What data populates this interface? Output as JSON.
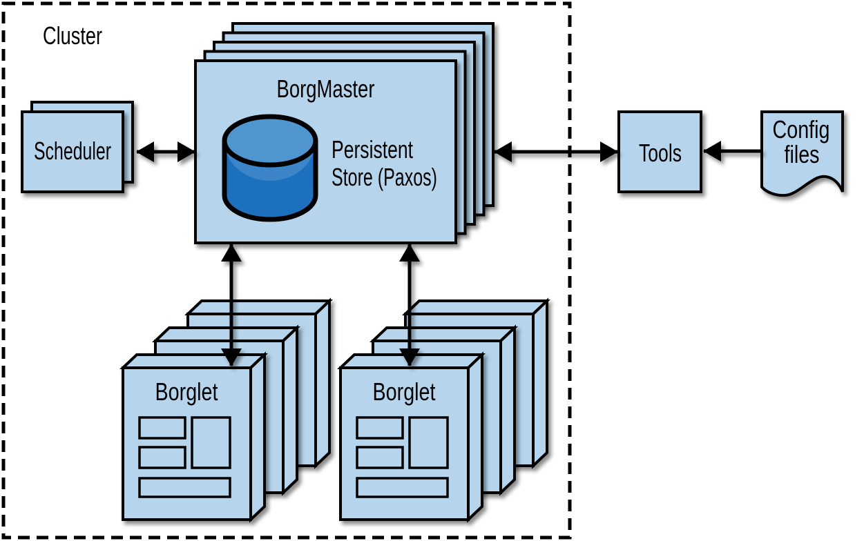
{
  "colors": {
    "background": "#ffffff",
    "box_fill": "#b6d5ec",
    "outline": "#000000",
    "text_color": "#000000",
    "cylinder_body": "#1b70be",
    "cylinder_top": "#5095ce",
    "cylinder_sheen": "#3a85c8"
  },
  "cluster": {
    "label": "Cluster"
  },
  "nodes": {
    "scheduler": {
      "label": "Scheduler",
      "stack_count": 2
    },
    "borgmaster": {
      "label": "BorgMaster",
      "stack_count": 5,
      "persistent_store": {
        "line1": "Persistent",
        "line2": "Store (Paxos)",
        "icon": "database-cylinder-icon"
      }
    },
    "tools": {
      "label": "Tools"
    },
    "config_files": {
      "line1": "Config",
      "line2": "files",
      "icon": "document-icon"
    },
    "borglet_left": {
      "label": "Borglet",
      "stack_count": 3
    },
    "borglet_right": {
      "label": "Borglet",
      "stack_count": 3
    }
  },
  "edges": [
    {
      "from": "scheduler",
      "to": "borgmaster",
      "style": "double-arrow"
    },
    {
      "from": "borgmaster",
      "to": "tools",
      "style": "double-arrow"
    },
    {
      "from": "config_files",
      "to": "tools",
      "style": "arrow"
    },
    {
      "from": "borgmaster",
      "to": "borglet_left",
      "style": "double-arrow"
    },
    {
      "from": "borgmaster",
      "to": "borglet_right",
      "style": "double-arrow"
    }
  ]
}
